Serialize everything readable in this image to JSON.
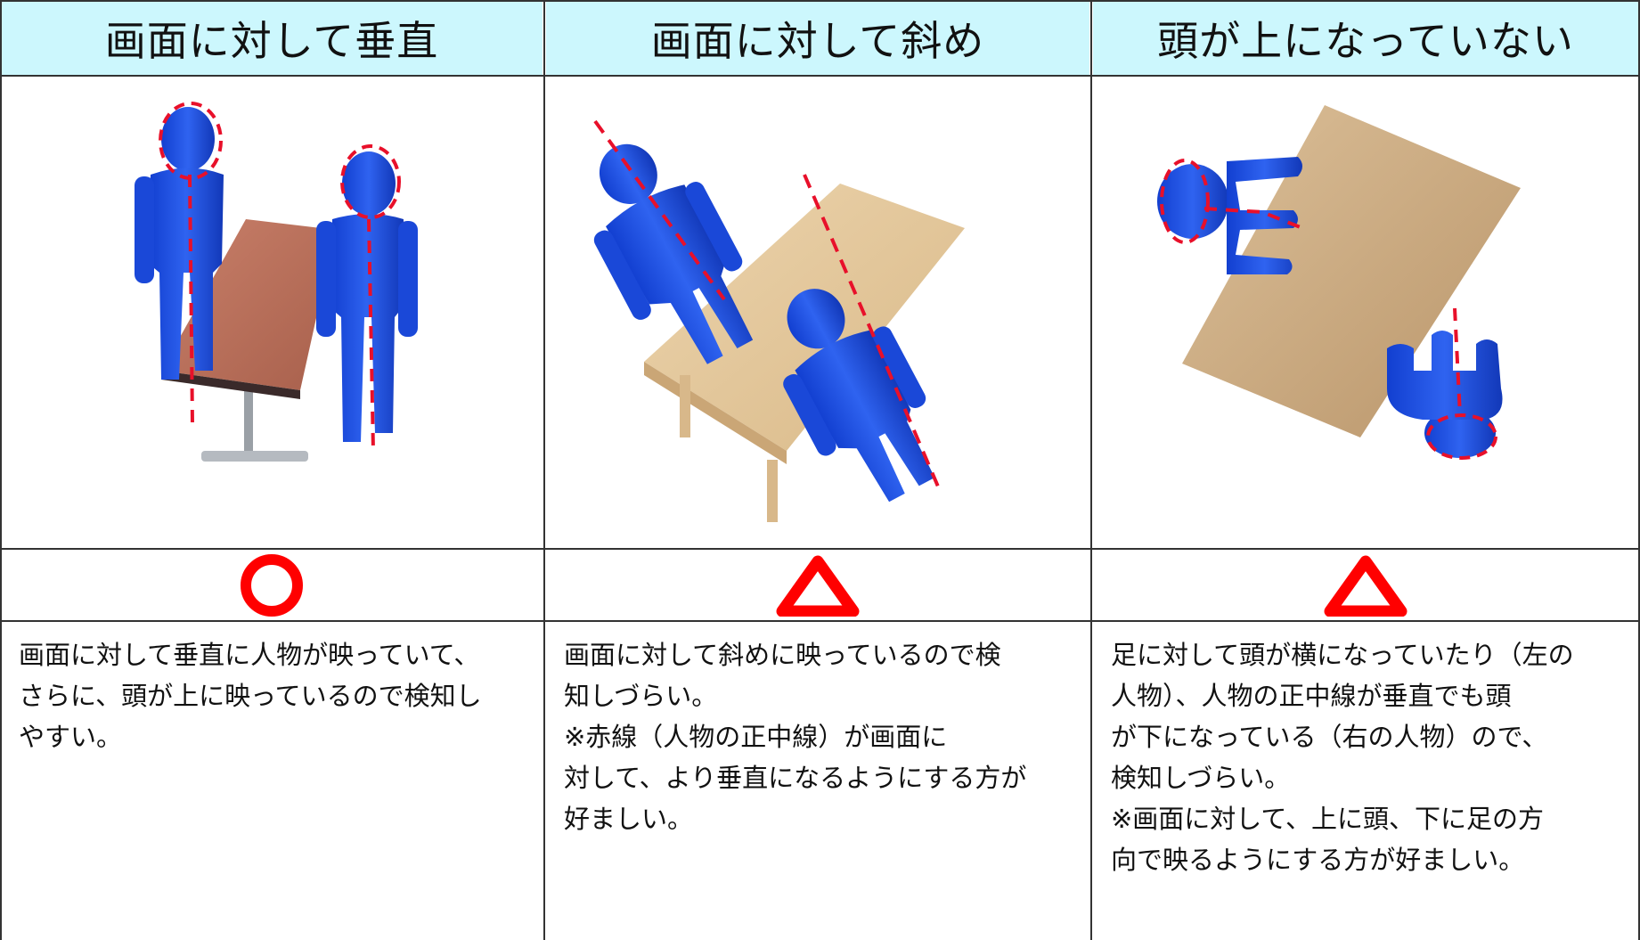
{
  "table": {
    "columns": [
      {
        "header": "画面に対して垂直",
        "rating_symbol": "circle",
        "rating_color": "#ff0000",
        "description": "画面に対して垂直に人物が映っていて、\nさらに、頭が上に映っているので検知し\nやすい。",
        "illustration": "two-people-upright-at-table"
      },
      {
        "header": "画面に対して斜め",
        "rating_symbol": "triangle",
        "rating_color": "#ff0000",
        "description": "画面に対して斜めに映っているので検\n知しづらい。\n※赤線（人物の正中線）が画面に\n対して、より垂直になるようにする方が\n好ましい。",
        "illustration": "two-people-diagonal-at-table"
      },
      {
        "header": "頭が上になっていない",
        "rating_symbol": "triangle",
        "rating_color": "#ff0000",
        "description": "足に対して頭が横になっていたり（左の\n人物）、人物の正中線が垂直でも頭\nが下になっている（右の人物）ので、\n検知しづらい。\n※画面に対して、上に頭、下に足の方\n向で映るようにする方が好ましい。",
        "illustration": "people-head-not-up-at-table"
      }
    ],
    "colors": {
      "header_bg": "#ccf7fd",
      "figure_blue": "#1f4fe0",
      "guide_red": "#e8102a",
      "border": "#333333"
    }
  }
}
